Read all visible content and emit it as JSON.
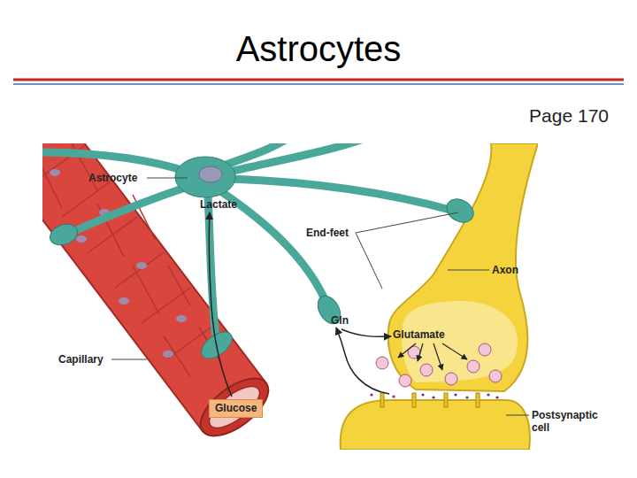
{
  "diagram": {
    "title": "Astrocytes",
    "nodes": [
      {
        "text": [
          "Glucose"
        ]
      }
    ],
    "labels": [
      "Page 170",
      "Astrocyte",
      "Lactate",
      "End-feet",
      "Axon",
      "Gln",
      "Glutamate",
      "Capillary",
      "Postsynaptic cell"
    ]
  }
}
